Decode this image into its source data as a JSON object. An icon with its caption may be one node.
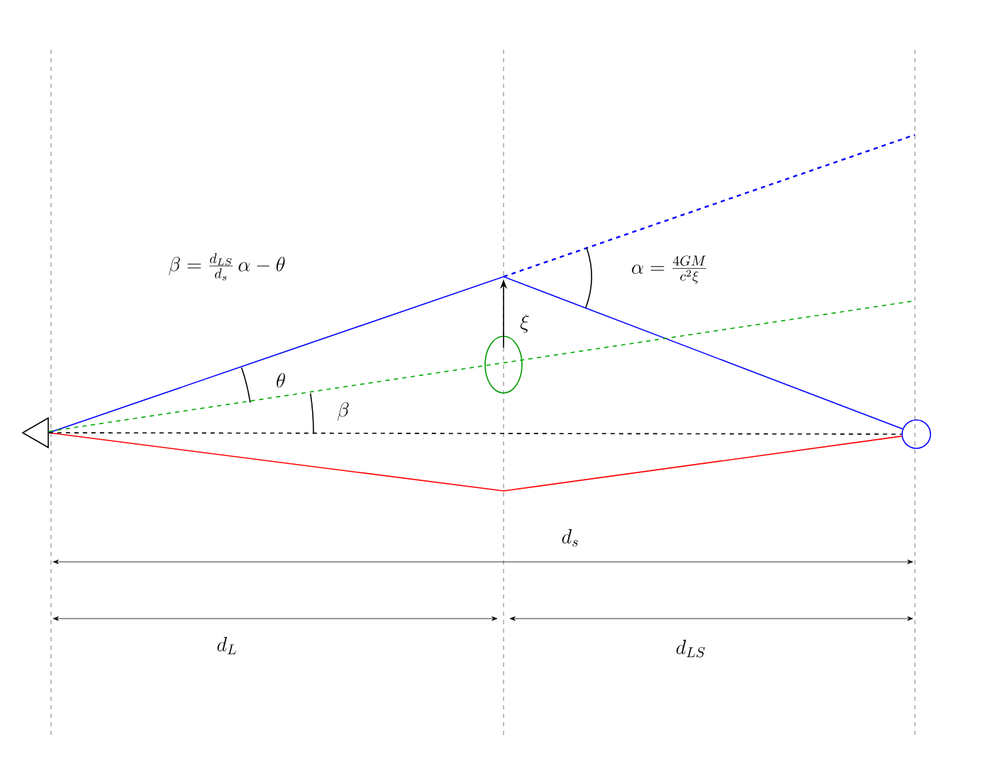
{
  "diagram": {
    "nodes": [
      {
        "text": [],
        "shape": "triangle"
      },
      {
        "text": [],
        "shape": "ellipse"
      },
      {
        "text": [],
        "shape": "circle"
      }
    ],
    "edges": [
      {
        "from": 0,
        "to": 2,
        "arrow": "none",
        "color": "#0000ff"
      },
      {
        "from": 0,
        "to": 2,
        "arrow": "none",
        "color": "#ff0000"
      },
      {
        "from": 0,
        "to": 2,
        "arrow": "none",
        "style": "dashed",
        "color": "#000000"
      },
      {
        "from": 0,
        "to": null,
        "arrow": "none",
        "style": "dashed",
        "color": "#00aa00"
      }
    ],
    "labels": [
      "\\beta = \\frac{d_{LS}}{d_s}\\,\\alpha - \\theta",
      "\\alpha = \\frac{4GM}{c^2\\xi}",
      "\\xi",
      "\\theta",
      "\\beta",
      "d_s",
      "d_L",
      "d_{LS}"
    ]
  }
}
